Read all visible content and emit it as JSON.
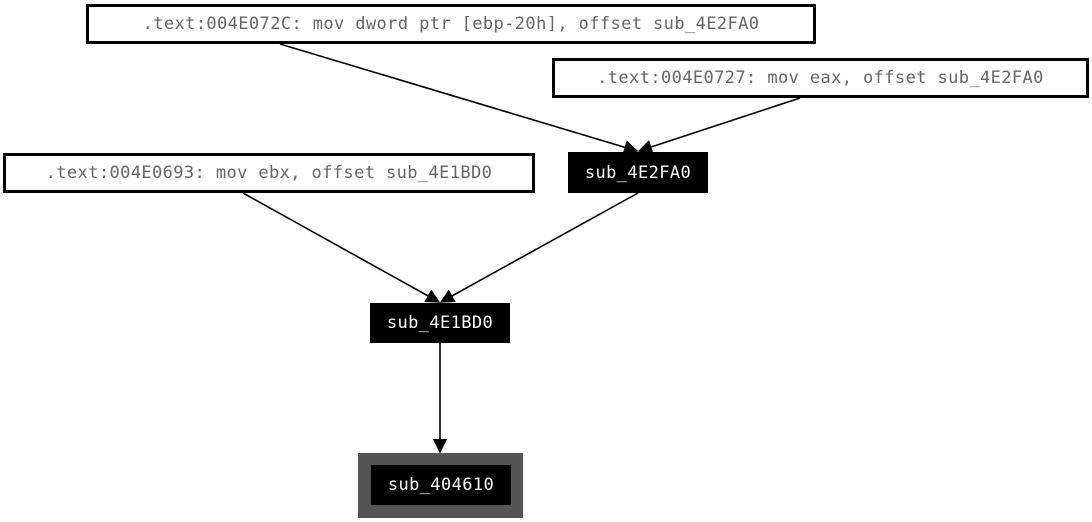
{
  "nodes": {
    "ref_ebp": ".text:004E072C: mov dword ptr [ebp-20h], offset sub_4E2FA0",
    "ref_eax": ".text:004E0727: mov eax, offset sub_4E2FA0",
    "ref_ebx": ".text:004E0693: mov ebx, offset sub_4E1BD0",
    "func_4E2FA0": "sub_4E2FA0",
    "func_4E1BD0": "sub_4E1BD0",
    "func_404610": "sub_404610"
  },
  "edges": [
    {
      "from": "ref_ebp",
      "to": "func_4E2FA0"
    },
    {
      "from": "ref_eax",
      "to": "func_4E2FA0"
    },
    {
      "from": "ref_ebx",
      "to": "func_4E1BD0"
    },
    {
      "from": "func_4E2FA0",
      "to": "func_4E1BD0"
    },
    {
      "from": "func_4E1BD0",
      "to": "func_404610"
    }
  ],
  "colors": {
    "ref_background": "#ffffff",
    "ref_text": "#666666",
    "ref_border": "#000000",
    "func_background": "#000000",
    "func_text": "#ffffff",
    "root_frame": "#555555",
    "edge": "#000000"
  }
}
